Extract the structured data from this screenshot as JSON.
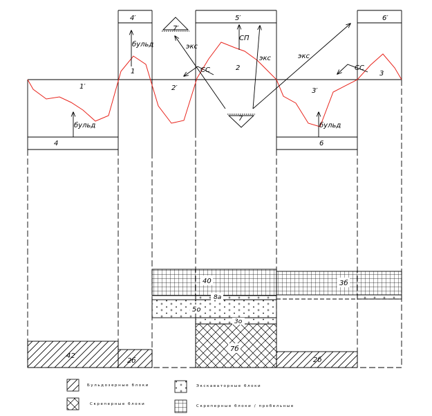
{
  "blocks": {
    "b4p": "4′",
    "b5p": "5′",
    "b6p": "6′",
    "b7p": "7′",
    "b7": "7",
    "b1": "1",
    "b1p": "1′",
    "b2": "2",
    "b2p": "2′",
    "b3": "3",
    "b3p": "3′",
    "b4": "4",
    "b6": "6"
  },
  "annotations": {
    "buld_top": "бульд",
    "buld_left": "бульд",
    "buld_right": "бульд",
    "eks_left": "экс",
    "eks_mid": "экс",
    "eks_right": "экс",
    "ss_left": "СС",
    "ss_right": "СС",
    "sp": "СП"
  },
  "columns": {
    "c42": "42",
    "c2b": "2б",
    "c40": "40",
    "c8a": "8а",
    "c3b": "3б",
    "c5o": "5о",
    "c3o": "3о",
    "c7b": "7б",
    "c2b2": "2б"
  },
  "legend": {
    "bulldozer": "Бульдозерные блоки",
    "excavator": "Экскаваторные блоки",
    "scraper": "Скреперные блоки",
    "scraper_pass": "Скреперные блоки / пробельные"
  }
}
